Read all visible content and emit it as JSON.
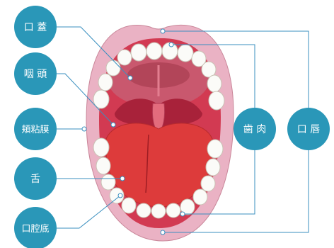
{
  "labels": {
    "palate": "口 蓋",
    "pharynx": "咽 頭",
    "buccal_mucosa": "頬粘膜",
    "tongue": "舌",
    "floor_of_mouth": "口腔底",
    "gums": "歯 肉",
    "lips": "口 唇"
  },
  "colors": {
    "label_circle": "#2a97b8",
    "label_text": "#ffffff",
    "leader_line": "#3a8fbf",
    "lip": "#eab2c4",
    "mucosa": "#d23a52",
    "tongue": "#dd3b3b",
    "teeth": "#fbfbf8",
    "leader_dot": "#ffffff"
  }
}
